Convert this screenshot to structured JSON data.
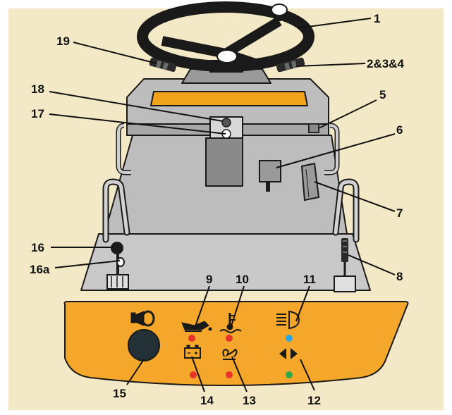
{
  "callouts": {
    "c1": "1",
    "c2": "2&3&4",
    "c5": "5",
    "c6": "6",
    "c7": "7",
    "c8": "8",
    "c9": "9",
    "c10": "10",
    "c11": "11",
    "c12": "12",
    "c13": "13",
    "c14": "14",
    "c15": "15",
    "c16": "16",
    "c16a": "16a",
    "c17": "17",
    "c18": "18",
    "c19": "19"
  },
  "colors": {
    "background": "#f4e9c6",
    "panel_orange": "#f4a72a",
    "dash_orange": "#f3a21c",
    "body_gray": "#c2c2c2",
    "dark_gray": "#8a8a8a",
    "outline": "#1a1a1a",
    "warning_red": "#e8332b",
    "info_blue": "#2fa7e6",
    "signal_green": "#2aa84a"
  },
  "icons": {
    "horn": "horn-icon",
    "oil": "oil-pressure-icon",
    "coolant": "coolant-temperature-icon",
    "headlight": "high-beam-icon",
    "battery": "battery-charge-icon",
    "glow": "glow-plug-icon",
    "turn": "turn-signal-icon"
  }
}
